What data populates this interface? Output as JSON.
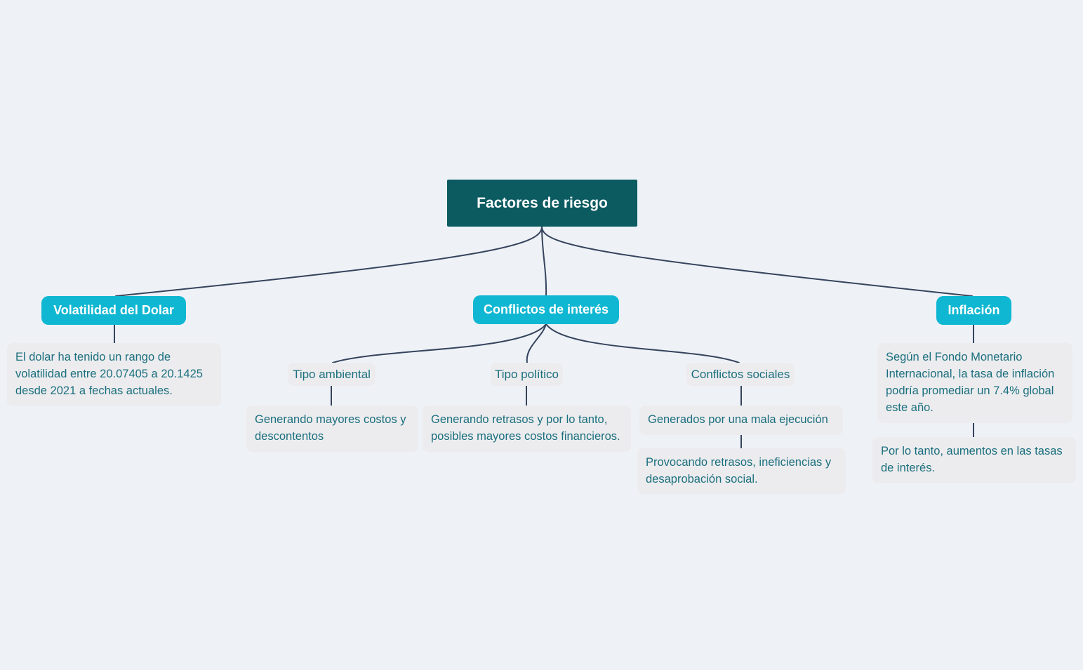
{
  "theme": {
    "background": "#eef2f7",
    "root-bg": "#0b5b61",
    "branch-bg": "#0fb7d2",
    "note-bg": "#ececee",
    "note-text": "#1b6f7e",
    "node-text": "#ffffff",
    "line-color": "#35435c"
  },
  "diagram_type": "mind-map",
  "nodes": {
    "root": {
      "label": "Factores de riesgo"
    },
    "volatilidad": {
      "label": "Volatilidad del Dolar",
      "note": "El dolar ha tenido un rango de volatilidad entre 20.07405 a 20.1425 desde 2021 a fechas actuales."
    },
    "conflictos": {
      "label": "Conflictos de interés",
      "children": {
        "ambiental": {
          "label": "Tipo ambiental",
          "note": "Generando mayores costos y descontentos"
        },
        "politico": {
          "label": "Tipo político",
          "note": "Generando retrasos y por lo tanto, posibles mayores costos financieros."
        },
        "sociales": {
          "label": "Conflictos sociales",
          "note": "Generados por una mala ejecución",
          "note2": "Provocando retrasos, ineficiencias y desaprobación social."
        }
      }
    },
    "inflacion": {
      "label": "Inflación",
      "note": "Según el Fondo Monetario Internacional, la tasa de inflación podría promediar un 7.4% global este año.",
      "note2": "Por lo tanto, aumentos en las tasas de interés."
    }
  }
}
